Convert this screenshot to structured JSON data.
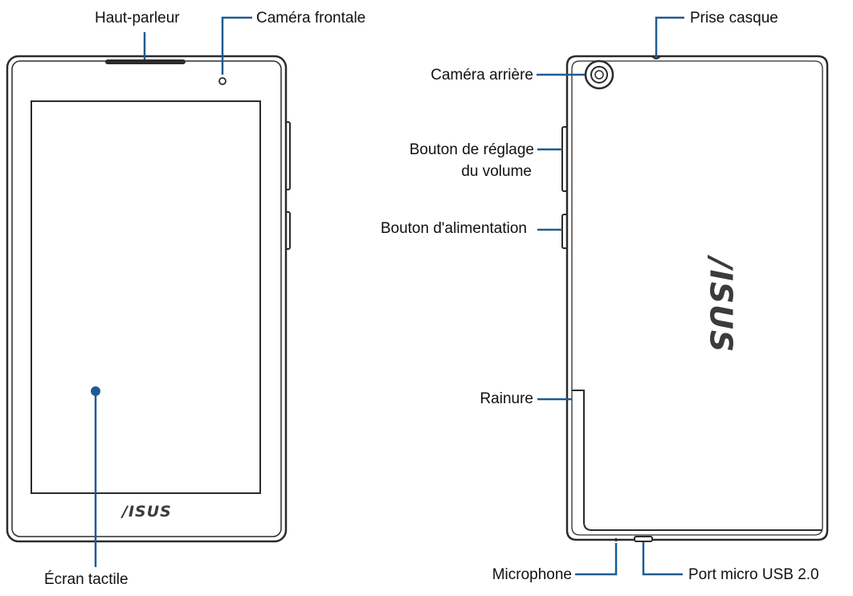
{
  "colors": {
    "callout": "#1f5b93",
    "device_outline": "#2b2b2b",
    "screen_fill": "#ffffff"
  },
  "front_view": {
    "labels": {
      "speaker": "Haut-parleur",
      "front_camera": "Caméra frontale",
      "touchscreen": "Écran tactile"
    },
    "logo": "/ISUS"
  },
  "back_view": {
    "labels": {
      "headphone_jack": "Prise casque",
      "rear_camera": "Caméra arrière",
      "volume_line1": "Bouton de réglage",
      "volume_line2": "du volume",
      "power_button": "Bouton d'alimentation",
      "groove": "Rainure",
      "microphone": "Microphone",
      "usb_port": "Port micro USB 2.0"
    },
    "logo": "/ISUS"
  }
}
